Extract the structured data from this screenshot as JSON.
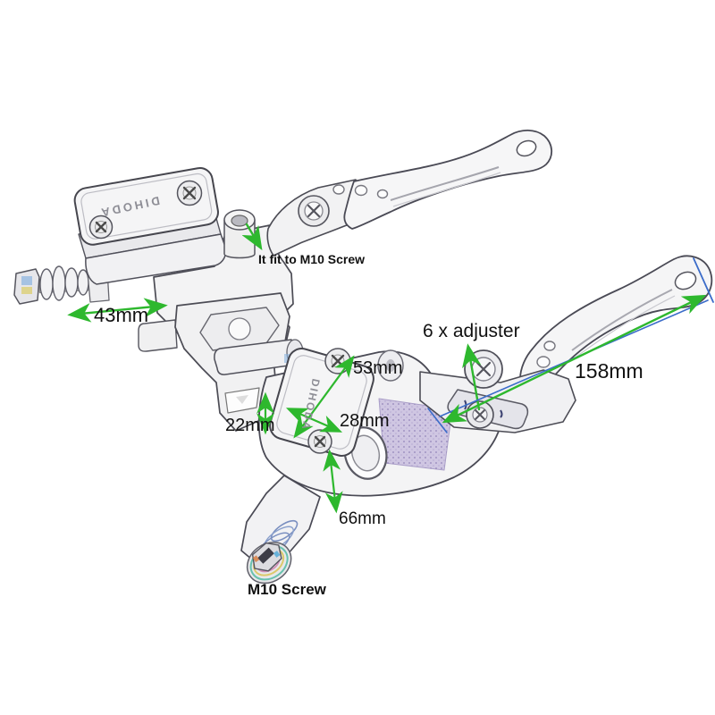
{
  "page": {
    "background": "#ffffff",
    "description": "Dimension diagram of CNC motorcycle brake/clutch lever master cylinder set"
  },
  "brand": {
    "name": "DIHODA"
  },
  "annotations": {
    "fit_note": "It fit to M10 Screw",
    "adjuster_note": "6 x adjuster",
    "screw_note": "M10 Screw"
  },
  "measurements": [
    {
      "id": "rod-length",
      "text": "43mm"
    },
    {
      "id": "cap-diagonal",
      "text": "53mm"
    },
    {
      "id": "cap-width",
      "text": "28mm"
    },
    {
      "id": "cap-edge",
      "text": "22mm"
    },
    {
      "id": "body-height",
      "text": "66mm"
    },
    {
      "id": "lever-length",
      "text": "158mm"
    }
  ],
  "colors": {
    "dimension_line": "#2eb82e",
    "reference_line": "#3b6cc9",
    "label_text": "#111111",
    "part_outline": "#4a4a55",
    "part_fill": "#f4f4f5",
    "purple_panel": "#ccc2e0"
  }
}
